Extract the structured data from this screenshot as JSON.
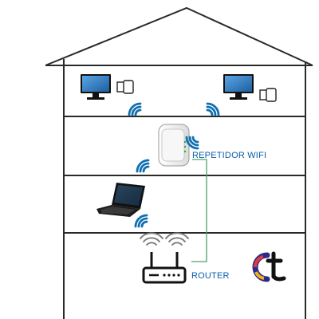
{
  "diagram": {
    "labels": {
      "repeater": "REPETIDOR WIFI",
      "router": "ROUTER"
    },
    "colors": {
      "outline": "#2a2a2a",
      "wifi": "#0f6fb0",
      "label": "#0b5fa8",
      "cable": "#4aa36a",
      "screen": "#2e7fc8"
    },
    "icons": [
      "monitor-icon",
      "usb-wifi-adapter-icon",
      "wifi-signal-icon",
      "repeater-icon",
      "laptop-icon",
      "router-icon",
      "brand-logo"
    ]
  }
}
